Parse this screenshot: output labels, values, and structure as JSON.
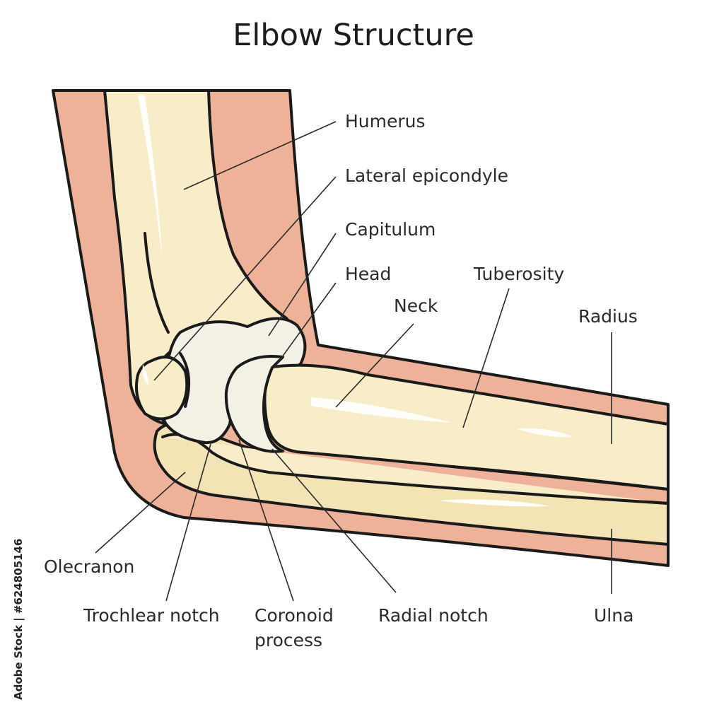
{
  "title": "Elbow Structure",
  "labels": {
    "humerus": "Humerus",
    "lateral_epicondyle": "Lateral epicondyle",
    "capitulum": "Capitulum",
    "head": "Head",
    "neck": "Neck",
    "tuberosity": "Tuberosity",
    "radius": "Radius",
    "olecranon": "Olecranon",
    "trochlear_notch": "Trochlear notch",
    "coronoid_process_1": "Coronoid",
    "coronoid_process_2": "process",
    "radial_notch": "Radial notch",
    "ulna": "Ulna"
  },
  "stock_id": "Adobe Stock | #624805146",
  "colors": {
    "skin": "#eeb298",
    "bone": "#f8edc8",
    "cartilage": "#f3f1e6",
    "outline": "#1a1a1a"
  }
}
